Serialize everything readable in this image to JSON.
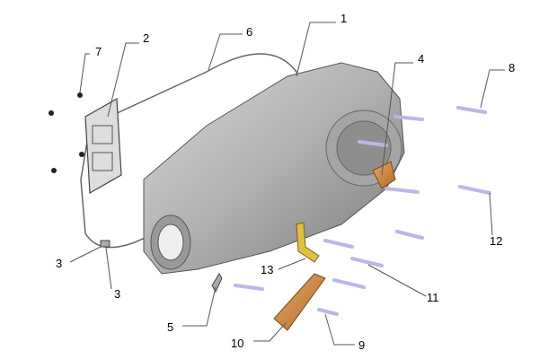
{
  "diagram": {
    "callouts": [
      {
        "id": "callout-1",
        "text": "1"
      },
      {
        "id": "callout-2",
        "text": "2"
      },
      {
        "id": "callout-3a",
        "text": "3"
      },
      {
        "id": "callout-3b",
        "text": "3"
      },
      {
        "id": "callout-4",
        "text": "4"
      },
      {
        "id": "callout-5",
        "text": "5"
      },
      {
        "id": "callout-6",
        "text": "6"
      },
      {
        "id": "callout-7",
        "text": "7"
      },
      {
        "id": "callout-8",
        "text": "8"
      },
      {
        "id": "callout-9",
        "text": "9"
      },
      {
        "id": "callout-10",
        "text": "10"
      },
      {
        "id": "callout-11",
        "text": "11"
      },
      {
        "id": "callout-12",
        "text": "12"
      },
      {
        "id": "callout-13",
        "text": "13"
      }
    ],
    "colors": {
      "cover": "#b8b8b8",
      "bolt": "#c8c8f0",
      "bracket": "#d08a40",
      "line": "#555555"
    }
  }
}
